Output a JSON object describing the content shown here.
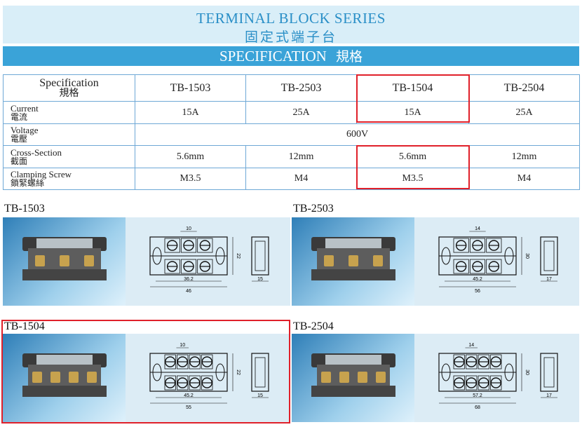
{
  "header": {
    "title_en": "TERMINAL BLOCK SERIES",
    "title_zh": "固定式端子台",
    "spec_en": "SPECIFICATION",
    "spec_zh": "規格"
  },
  "table": {
    "header_en": "Specification",
    "header_zh": "規格",
    "models": [
      "TB-1503",
      "TB-2503",
      "TB-1504",
      "TB-2504"
    ],
    "rows": [
      {
        "en": "Current",
        "zh": "電流",
        "values": [
          "15A",
          "25A",
          "15A",
          "25A"
        ]
      },
      {
        "en": "Voltage",
        "zh": "電壓",
        "merged": "600V"
      },
      {
        "en": "Cross-Section",
        "zh": "截面",
        "values": [
          "5.6mm",
          "12mm",
          "5.6mm",
          "12mm"
        ]
      },
      {
        "en": "Clamping Screw",
        "zh": "鎖緊螺絲",
        "values": [
          "M3.5",
          "M4",
          "M3.5",
          "M4"
        ]
      }
    ]
  },
  "products": [
    {
      "label": "TB-1503",
      "dims": {
        "pitch": "10",
        "height": "22",
        "inner": "36.2",
        "outer": "46",
        "side": "15"
      },
      "poles": 3
    },
    {
      "label": "TB-2503",
      "dims": {
        "pitch": "14",
        "height": "30",
        "inner": "45.2",
        "outer": "56",
        "side": "17"
      },
      "poles": 3
    },
    {
      "label": "TB-1504",
      "dims": {
        "pitch": "10",
        "height": "22",
        "inner": "45.2",
        "outer": "55",
        "side": "15"
      },
      "poles": 4
    },
    {
      "label": "TB-2504",
      "dims": {
        "pitch": "14",
        "height": "30",
        "inner": "57.2",
        "outer": "68",
        "side": "17"
      },
      "poles": 4
    }
  ],
  "colors": {
    "accent": "#3aa3d8",
    "title": "#2a8fc7",
    "highlight": "#e0202a",
    "panel": "#dcecf5"
  }
}
